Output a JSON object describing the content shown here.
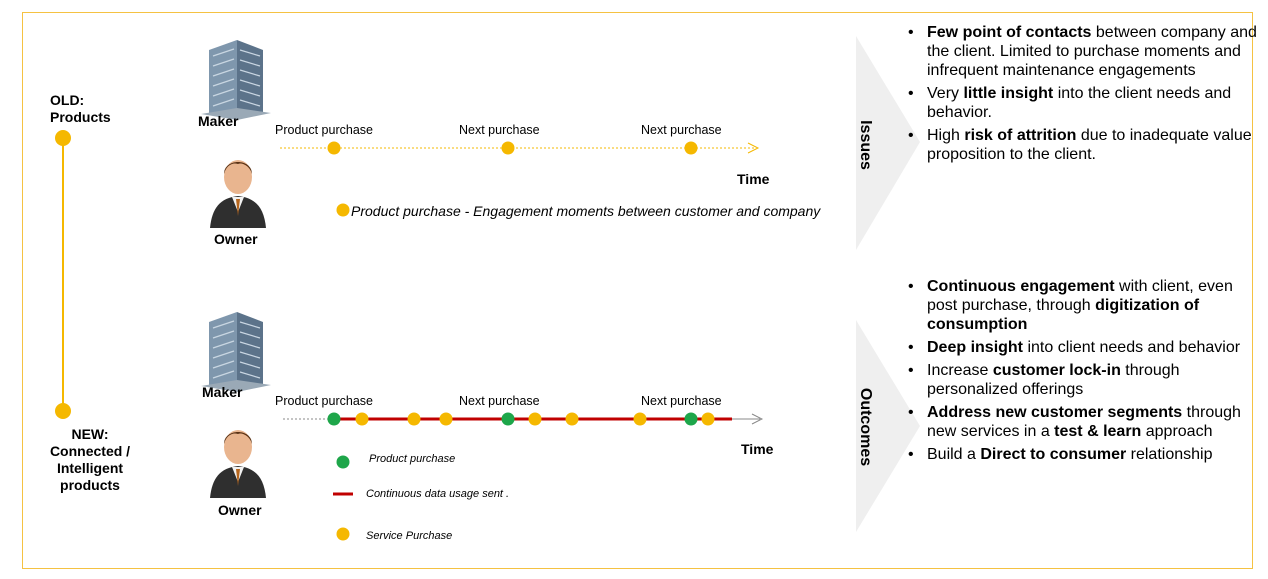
{
  "stages": {
    "old_label": "OLD:\nProducts",
    "new_label": "NEW:\nConnected /\nIntelligent\nproducts"
  },
  "old": {
    "maker_label": "Maker",
    "owner_label": "Owner",
    "timeline_labels": [
      "Product purchase",
      "Next purchase",
      "Next purchase"
    ],
    "time_label": "Time",
    "legend": "Product purchase -  Engagement moments between customer and company"
  },
  "new": {
    "maker_label": "Maker",
    "owner_label": "Owner",
    "timeline_labels": [
      "Product purchase",
      "Next purchase",
      "Next purchase"
    ],
    "time_label": "Time",
    "legend_product": "Product purchase",
    "legend_data": "Continuous data usage sent .",
    "legend_service": "Service Purchase"
  },
  "issues": {
    "title": "Issues",
    "bullets": [
      [
        {
          "t": "Few point of contacts",
          "b": true
        },
        {
          "t": " between company and the client. Limited to purchase moments and infrequent maintenance engagements",
          "b": false
        }
      ],
      [
        {
          "t": "Very ",
          "b": false
        },
        {
          "t": "little insight",
          "b": true
        },
        {
          "t": " into the client needs and behavior.",
          "b": false
        }
      ],
      [
        {
          "t": "High ",
          "b": false
        },
        {
          "t": "risk of attrition",
          "b": true
        },
        {
          "t": " due to inadequate value proposition to the client.",
          "b": false
        }
      ]
    ]
  },
  "outcomes": {
    "title": "Outcomes",
    "bullets": [
      [
        {
          "t": "Continuous engagement",
          "b": true
        },
        {
          "t": " with client, even post purchase,  through ",
          "b": false
        },
        {
          "t": "digitization of consumption",
          "b": true
        }
      ],
      [
        {
          "t": "Deep insight",
          "b": true
        },
        {
          "t": " into client needs and behavior",
          "b": false
        }
      ],
      [
        {
          "t": "Increase ",
          "b": false
        },
        {
          "t": "customer lock-in",
          "b": true
        },
        {
          "t": " through personalized offerings",
          "b": false
        }
      ],
      [
        {
          "t": "Address new customer segments",
          "b": true
        },
        {
          "t": " through new services in a ",
          "b": false
        },
        {
          "t": "test & learn",
          "b": true
        },
        {
          "t": " approach",
          "b": false
        }
      ],
      [
        {
          "t": "Build a ",
          "b": false
        },
        {
          "t": "Direct to consumer",
          "b": true
        },
        {
          "t": " relationship",
          "b": false
        }
      ]
    ]
  },
  "colors": {
    "accent_yellow": "#f5b800",
    "frame_yellow": "#f5c242",
    "product_green": "#1ea64a",
    "data_red": "#c00000",
    "chevron_gray": "#efefef"
  },
  "icons": [
    "building-icon",
    "businessman-icon"
  ]
}
